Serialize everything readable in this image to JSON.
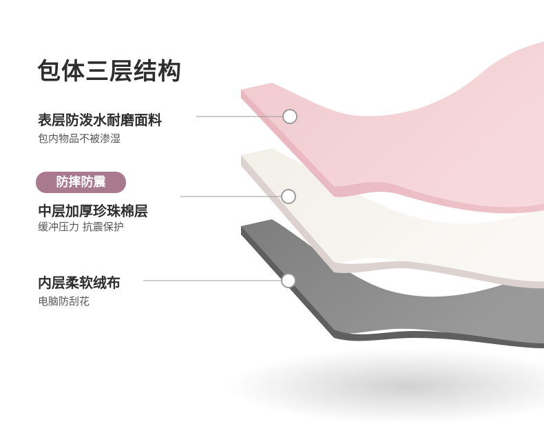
{
  "title": "包体三层结构",
  "layers": [
    {
      "name": "表层防泼水耐磨面料",
      "desc": "包内物品不被渗湿"
    },
    {
      "name": "中层加厚珍珠棉层",
      "desc": "缓冲压力 抗震保护",
      "badge": "防摔防震"
    },
    {
      "name": "内层柔软绒布",
      "desc": "电脑防刮花"
    }
  ],
  "colors": {
    "top_layer": "#f4d1d6",
    "middle_layer": "#f7f3ee",
    "bottom_layer": "#8a8a8a",
    "badge": "#a9798d",
    "text": "#2d2d2d"
  }
}
